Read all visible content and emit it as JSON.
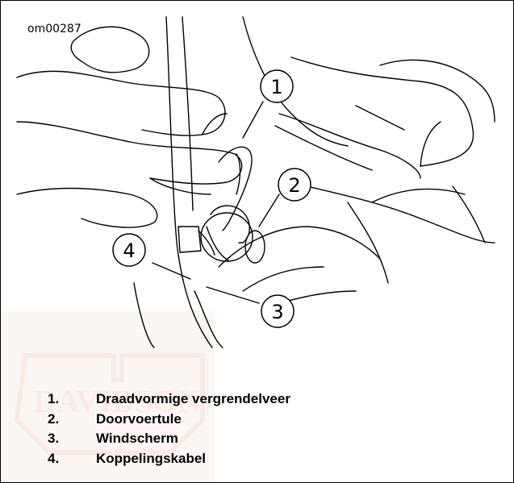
{
  "figure": {
    "id": "om00287",
    "callouts": [
      "1",
      "2",
      "3",
      "4"
    ],
    "legend": [
      {
        "num": "1.",
        "label": "Draadvormige vergrendelveer"
      },
      {
        "num": "2.",
        "label": "Doorvoertule"
      },
      {
        "num": "3.",
        "label": "Windscherm"
      },
      {
        "num": "4.",
        "label": "Koppelingskabel"
      }
    ],
    "colors": {
      "line": "#000000",
      "watermark": "#f6e5dd",
      "background": "#ffffff"
    }
  }
}
